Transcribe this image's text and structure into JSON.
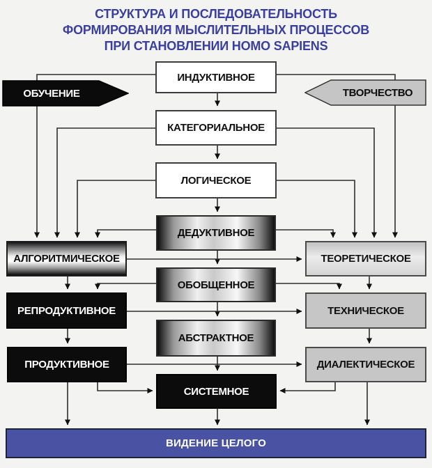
{
  "title": {
    "line1": "СТРУКТУРА И ПОСЛЕДОВАТЕЛЬНОСТЬ",
    "line2": "ФОРМИРОВАНИЯ МЫСЛИТЕЛЬНЫХ ПРОЦЕССОВ",
    "line3": "ПРИ СТАНОВЛЕНИИ HOMO SAPIENS"
  },
  "nodes": {
    "inductive": "ИНДУКТИВНОЕ",
    "categorial": "КАТЕГОРИАЛЬНОЕ",
    "logical": "ЛОГИЧЕСКОЕ",
    "deductive": "ДЕДУКТИВНОЕ",
    "generalized": "ОБОБЩЕННОЕ",
    "abstract": "АБСТРАКТНОЕ",
    "systemic": "СИСТЕМНОЕ",
    "training": "ОБУЧЕНИЕ",
    "algorithmic": "АЛГОРИТМИЧЕСКОЕ",
    "reproductive": "РЕПРОДУКТИВНОЕ",
    "productive": "ПРОДУКТИВНОЕ",
    "creativity": "ТВОРЧЕСТВО",
    "theoretical": "ТЕОРЕТИЧЕСКОЕ",
    "technical": "ТЕХНИЧЕСКОЕ",
    "dialectical": "ДИАЛЕКТИЧЕСКОЕ",
    "vision": "ВИДЕНИЕ ЦЕЛОГО"
  },
  "colors": {
    "title_blue": "#3a3f9e",
    "banner_blue": "#4a52a4",
    "banner_border": "#1f2438",
    "line_dark": "#2e2e2e",
    "black_node": "#0c0c0c",
    "gray_node": "#c6c6c6",
    "background": "#f3f3f1"
  }
}
